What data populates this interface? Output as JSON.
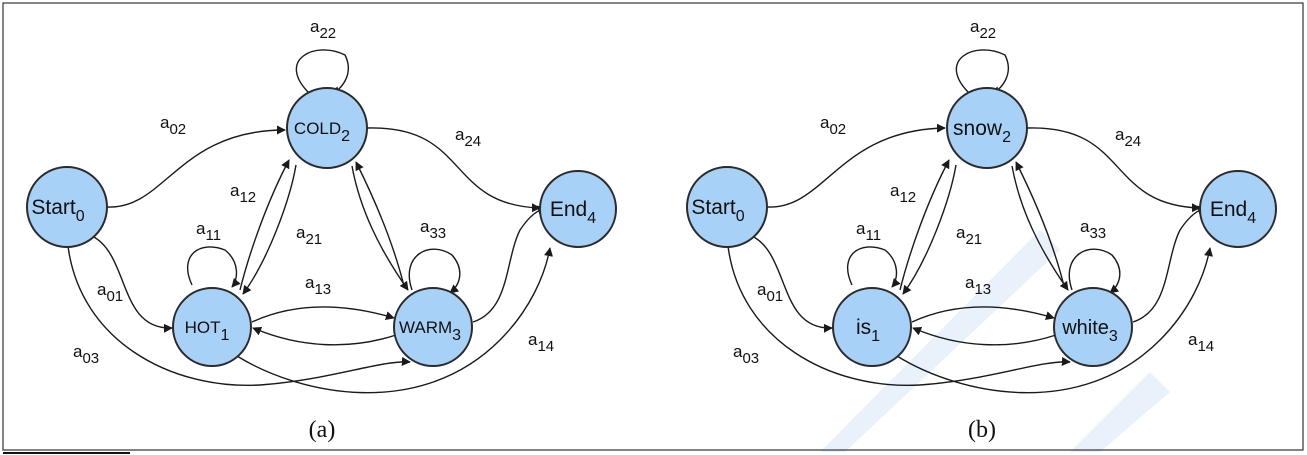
{
  "colors": {
    "node_fill": "#a8d1f7",
    "node_stroke": "#2b2b2b",
    "edge": "#1a1a1a"
  },
  "diagrams": [
    {
      "caption": "(a)",
      "nodes": {
        "start": {
          "name": "Start",
          "sub": "0"
        },
        "hot": {
          "name": "HOT",
          "sub": "1"
        },
        "cold": {
          "name": "COLD",
          "sub": "2"
        },
        "warm": {
          "name": "WARM",
          "sub": "3"
        },
        "end": {
          "name": "End",
          "sub": "4"
        }
      },
      "edges": {
        "a02": {
          "base": "a",
          "sub": "02"
        },
        "a24": {
          "base": "a",
          "sub": "24"
        },
        "a22": {
          "base": "a",
          "sub": "22"
        },
        "a12": {
          "base": "a",
          "sub": "12"
        },
        "a21": {
          "base": "a",
          "sub": "21"
        },
        "a11": {
          "base": "a",
          "sub": "11"
        },
        "a33": {
          "base": "a",
          "sub": "33"
        },
        "a01": {
          "base": "a",
          "sub": "01"
        },
        "a13": {
          "base": "a",
          "sub": "13"
        },
        "a03": {
          "base": "a",
          "sub": "03"
        },
        "a14": {
          "base": "a",
          "sub": "14"
        }
      }
    },
    {
      "caption": "(b)",
      "nodes": {
        "start": {
          "name": "Start",
          "sub": "0"
        },
        "hot": {
          "name": "is",
          "sub": "1"
        },
        "cold": {
          "name": "snow",
          "sub": "2"
        },
        "warm": {
          "name": "white",
          "sub": "3"
        },
        "end": {
          "name": "End",
          "sub": "4"
        }
      },
      "edges": {
        "a02": {
          "base": "a",
          "sub": "02"
        },
        "a24": {
          "base": "a",
          "sub": "24"
        },
        "a22": {
          "base": "a",
          "sub": "22"
        },
        "a12": {
          "base": "a",
          "sub": "12"
        },
        "a21": {
          "base": "a",
          "sub": "21"
        },
        "a11": {
          "base": "a",
          "sub": "11"
        },
        "a33": {
          "base": "a",
          "sub": "33"
        },
        "a01": {
          "base": "a",
          "sub": "01"
        },
        "a13": {
          "base": "a",
          "sub": "13"
        },
        "a03": {
          "base": "a",
          "sub": "03"
        },
        "a14": {
          "base": "a",
          "sub": "14"
        }
      }
    }
  ]
}
